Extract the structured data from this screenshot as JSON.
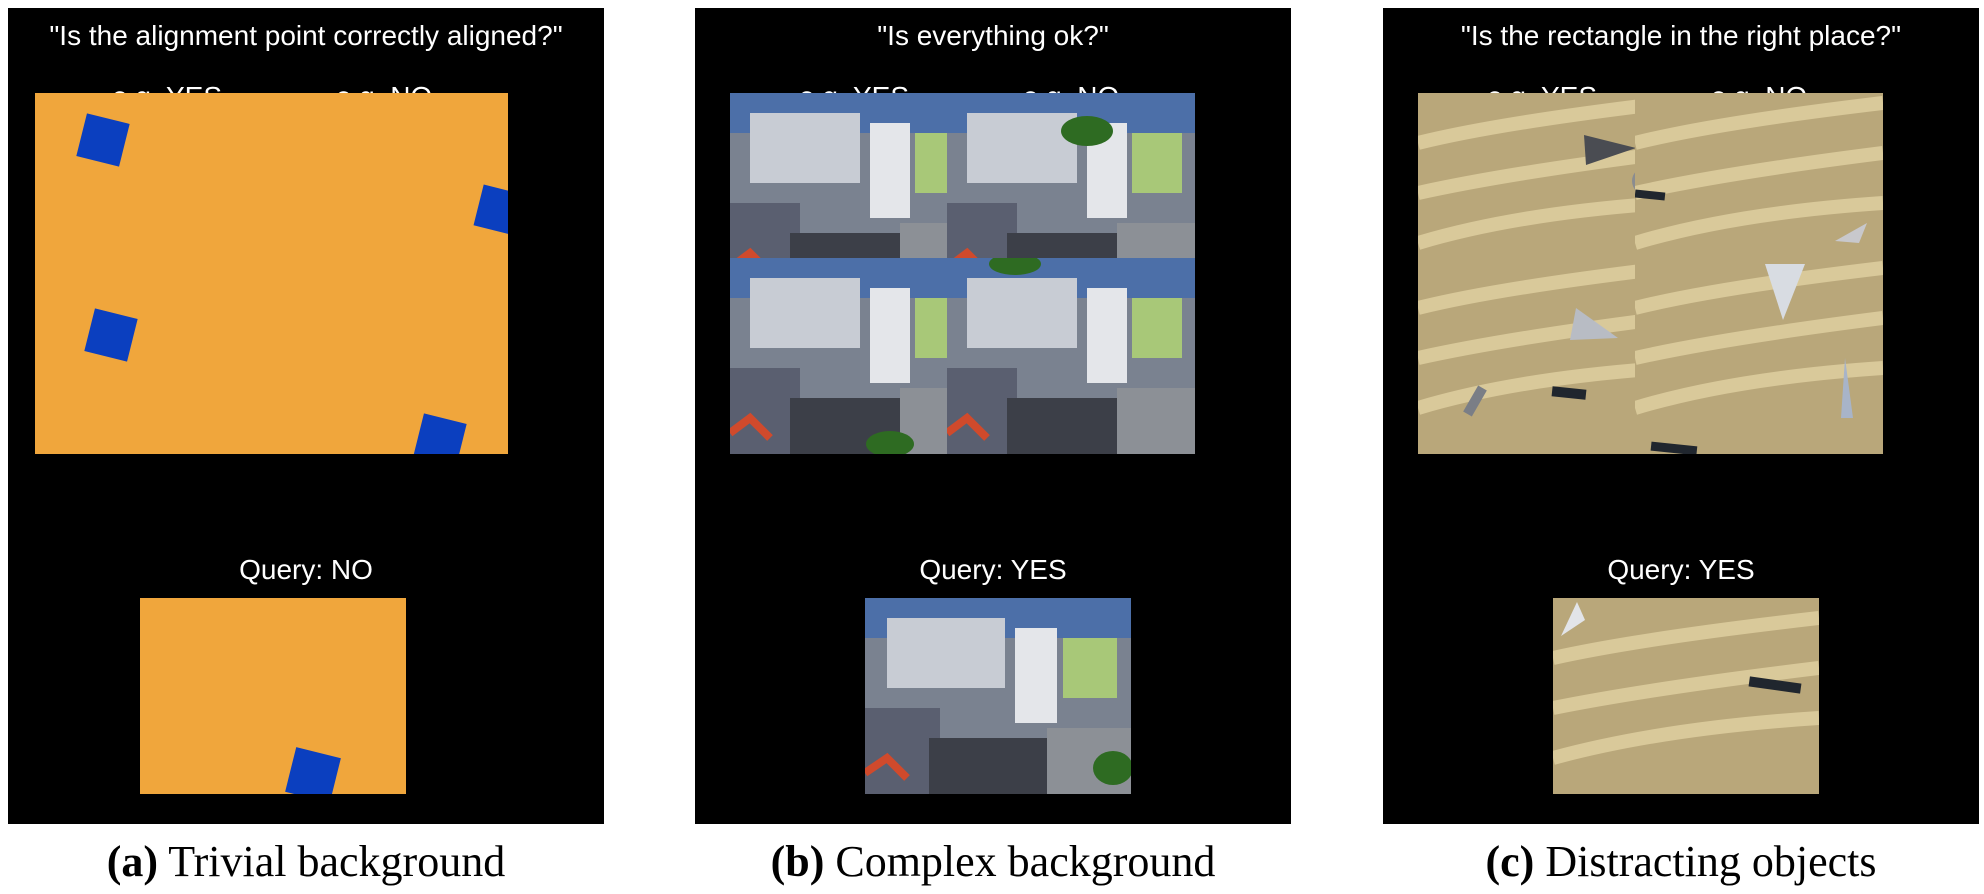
{
  "panels": [
    {
      "question": "\"Is the alignment point correctly aligned?\"",
      "example_yes": "e.g. YES",
      "example_no": "e.g. NO",
      "query": "Query: NO",
      "caption_letter": "(a)",
      "caption_text": " Trivial background"
    },
    {
      "question": "\"Is everything ok?\"",
      "example_yes": "e.g. YES",
      "example_no": "e.g. NO",
      "query": "Query: YES",
      "caption_letter": "(b)",
      "caption_text": " Complex background"
    },
    {
      "question": "\"Is the rectangle in the right place?\"",
      "example_yes": "e.g. YES",
      "example_no": "e.g. NO",
      "query": "Query: YES",
      "caption_letter": "(c)",
      "caption_text": " Distracting objects"
    }
  ],
  "colors": {
    "panel_background": "#000000",
    "orange_background": "#f0a63c",
    "blue_square": "#0b3fbf",
    "green_ellipse": "#2e6b22",
    "sand": "#b9a77a"
  }
}
